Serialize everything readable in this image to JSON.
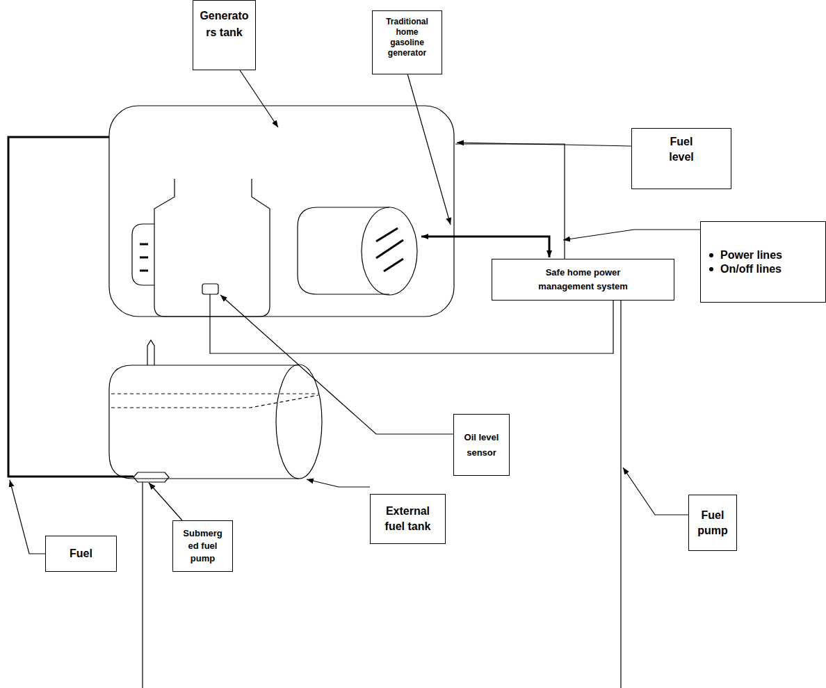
{
  "diagram": {
    "nodes": [
      {
        "text": [
          "Generato rs tank"
        ]
      },
      {
        "text": [
          "Traditional home gasoline generator"
        ]
      },
      {
        "text": [
          "Fuel level"
        ]
      },
      {
        "text": [
          "Power lines",
          "On/off lines"
        ]
      },
      {
        "text": [
          "Safe home power management system"
        ]
      },
      {
        "text": [
          "Oil level sensor"
        ]
      },
      {
        "text": [
          "External fuel tank"
        ]
      },
      {
        "text": [
          "Fuel pump"
        ]
      },
      {
        "text": [
          "Submerg ed fuel pump"
        ]
      },
      {
        "text": [
          "Fuel"
        ]
      }
    ]
  }
}
